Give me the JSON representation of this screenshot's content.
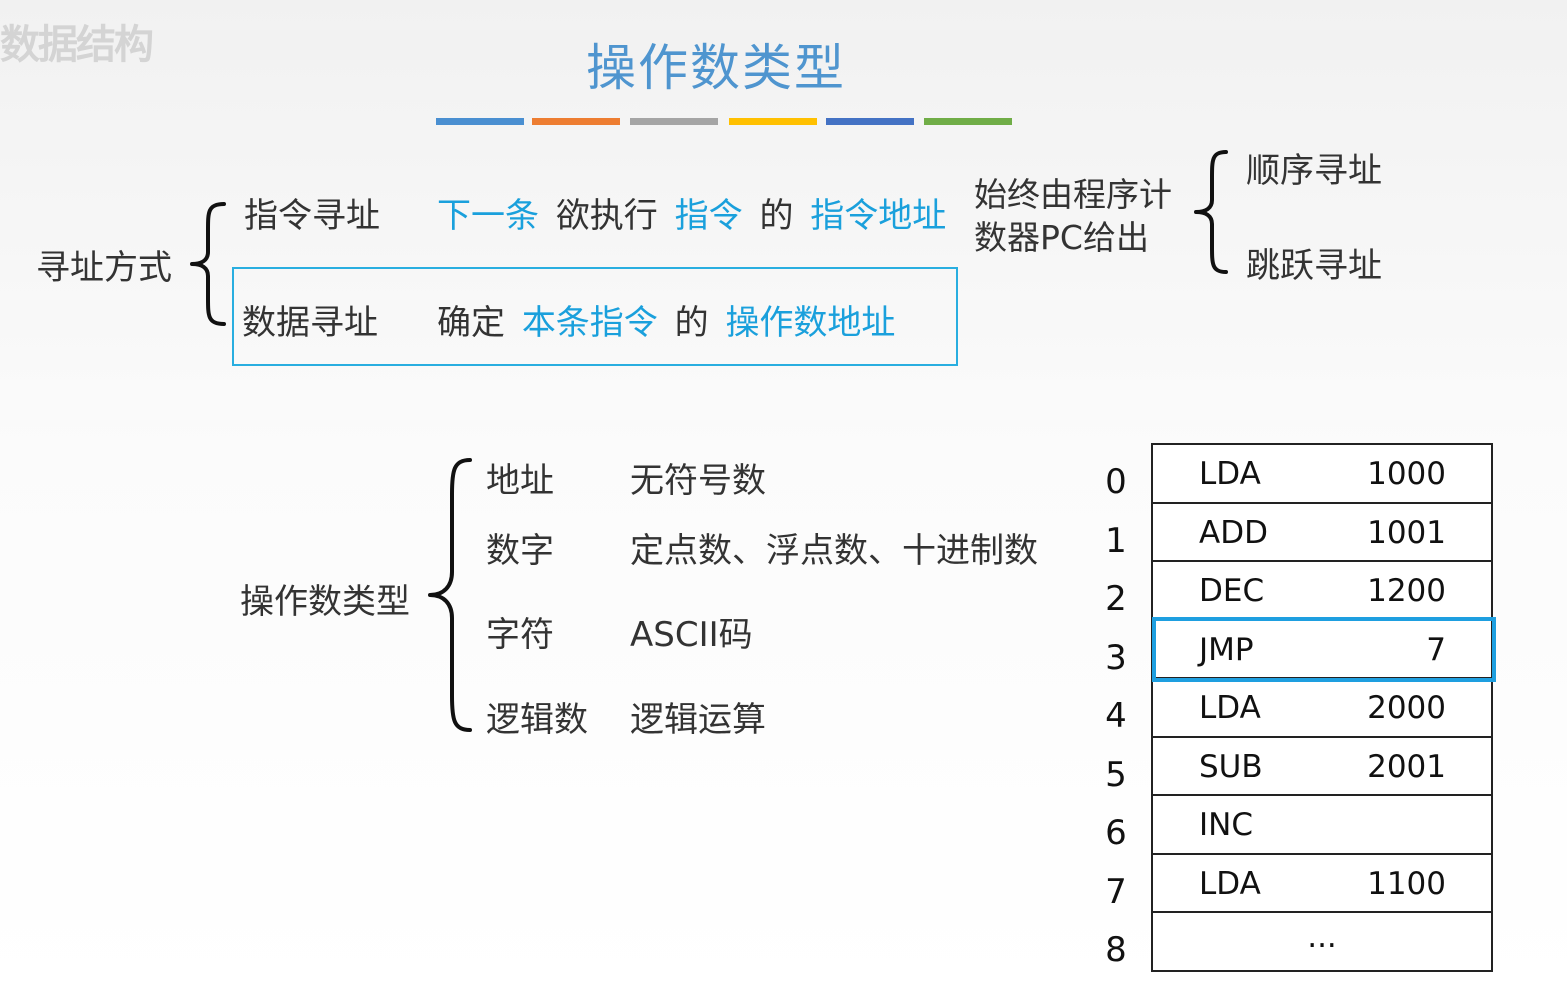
{
  "watermark": "数据结构",
  "title": "操作数类型",
  "stripe_colors": [
    "#4a8fd1",
    "#ed7d31",
    "#a5a5a5",
    "#ffc000",
    "#4472c4",
    "#70ad47"
  ],
  "addressing": {
    "label": "寻址方式",
    "instr": {
      "name": "指令寻址",
      "desc": [
        {
          "text": "下一条",
          "hl": true
        },
        {
          "text": "欲执行",
          "hl": false
        },
        {
          "text": "指令",
          "hl": true
        },
        {
          "text": "的",
          "hl": false
        },
        {
          "text": "指令地址",
          "hl": true
        }
      ]
    },
    "data": {
      "name": "数据寻址",
      "desc": [
        {
          "text": "确定",
          "hl": false
        },
        {
          "text": "本条指令",
          "hl": true
        },
        {
          "text": "的",
          "hl": false
        },
        {
          "text": "操作数地址",
          "hl": true
        }
      ]
    },
    "pc_note": [
      "始终由程序计",
      "数器PC给出"
    ],
    "pc_types": [
      "顺序寻址",
      "跳跃寻址"
    ]
  },
  "operand_types": {
    "label": "操作数类型",
    "items": [
      {
        "name": "地址",
        "desc": "无符号数"
      },
      {
        "name": "数字",
        "desc": "定点数、浮点数、十进制数"
      },
      {
        "name": "字符",
        "desc": "ASCII码"
      },
      {
        "name": "逻辑数",
        "desc": "逻辑运算"
      }
    ]
  },
  "memory": {
    "addresses": [
      "0",
      "1",
      "2",
      "3",
      "4",
      "5",
      "6",
      "7",
      "8"
    ],
    "highlight_index": 3,
    "rows": [
      {
        "op": "LDA",
        "val": "1000"
      },
      {
        "op": "ADD",
        "val": "1001"
      },
      {
        "op": "DEC",
        "val": "1200"
      },
      {
        "op": "JMP",
        "val": "7"
      },
      {
        "op": "LDA",
        "val": "2000"
      },
      {
        "op": "SUB",
        "val": "2001"
      },
      {
        "op": "INC",
        "val": ""
      },
      {
        "op": "LDA",
        "val": "1100"
      },
      {
        "op": "",
        "val": "",
        "ellipsis": "..."
      }
    ]
  }
}
